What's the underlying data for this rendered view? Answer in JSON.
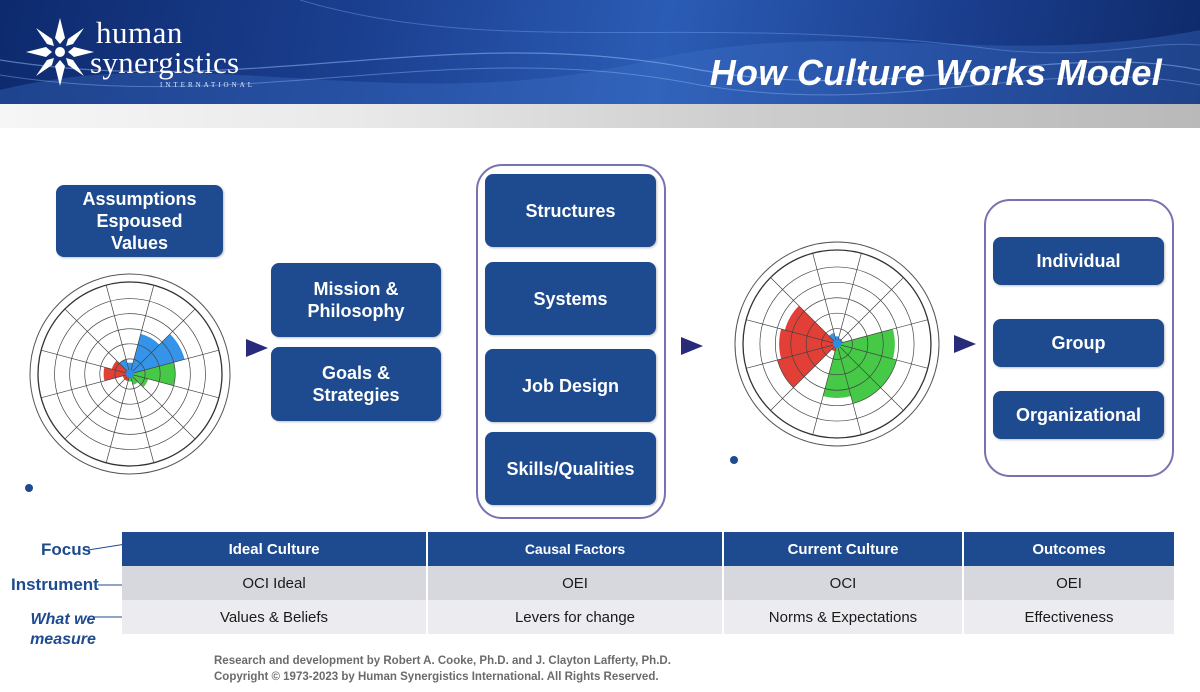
{
  "header": {
    "logo_line1": "human",
    "logo_line2": "synergistics",
    "logo_sub": "INTERNATIONAL",
    "title": "How Culture Works Model"
  },
  "left": {
    "assumptions_label": "Assumptions Espoused Values"
  },
  "mission": {
    "mission_label": "Mission & Philosophy",
    "goals_label": "Goals & Strategies"
  },
  "causal": {
    "items": [
      "Structures",
      "Systems",
      "Job Design",
      "Skills/Qualities"
    ]
  },
  "outcomes": {
    "items": [
      "Individual",
      "Group",
      "Organizational"
    ]
  },
  "table": {
    "row_labels": [
      "Focus",
      "Instrument",
      "What we measure"
    ],
    "headers": [
      "Ideal Culture",
      "Causal Factors",
      "Current Culture",
      "Outcomes"
    ],
    "instrument": [
      "OCI Ideal",
      "OEI",
      "OCI",
      "OEI"
    ],
    "measure": [
      "Values & Beliefs",
      "Levers for change",
      "Norms & Expectations",
      "Effectiveness"
    ]
  },
  "circumplex": {
    "colors": {
      "constructive": "#2a8ee8",
      "passive": "#3cc63c",
      "aggressive": "#e0352b"
    },
    "ideal_levels": [
      0.15,
      0.55,
      0.75,
      0.6,
      0.25,
      0.15,
      0.1,
      0.1,
      0.1,
      0.35,
      0.25,
      0.2
    ],
    "current_levels": [
      0.1,
      0.08,
      0.08,
      0.75,
      0.8,
      0.8,
      0.7,
      0.1,
      0.8,
      0.75,
      0.7,
      0.15
    ]
  },
  "footer": {
    "line1": "Research and development by Robert A. Cooke, Ph.D. and J. Clayton Lafferty, Ph.D.",
    "line2": "Copyright © 1973-2023 by Human Synergistics International. All Rights Reserved."
  }
}
